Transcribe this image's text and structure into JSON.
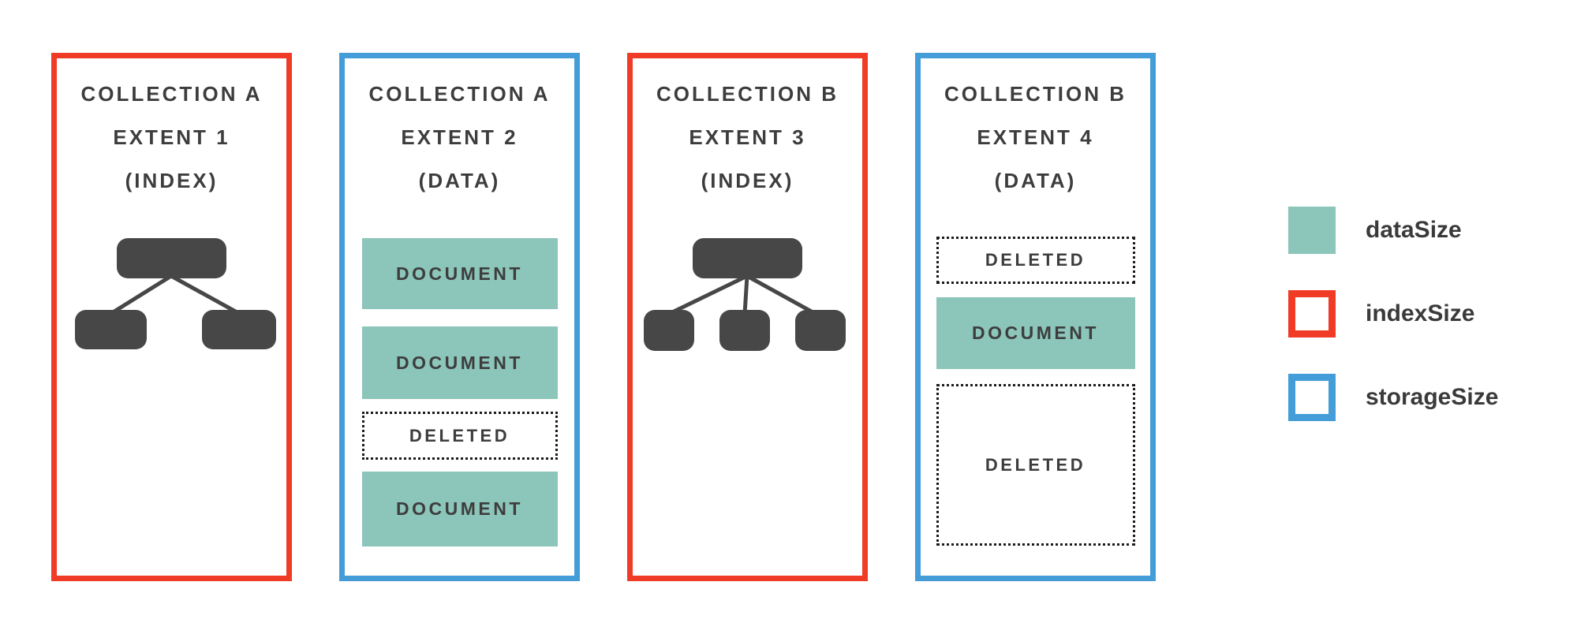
{
  "extents": [
    {
      "id": "extent-1",
      "kind": "index",
      "border_color": "#F03B27",
      "title": [
        "COLLECTION A",
        "EXTENT 1",
        "(INDEX)"
      ],
      "tree": {
        "root_nodes": 1,
        "child_nodes": 2
      }
    },
    {
      "id": "extent-2",
      "kind": "data",
      "border_color": "#449DD8",
      "title": [
        "COLLECTION A",
        "EXTENT 2",
        "(DATA)"
      ],
      "blocks": [
        {
          "type": "document",
          "label": "DOCUMENT"
        },
        {
          "type": "document",
          "label": "DOCUMENT"
        },
        {
          "type": "deleted",
          "label": "DELETED"
        },
        {
          "type": "document",
          "label": "DOCUMENT"
        }
      ]
    },
    {
      "id": "extent-3",
      "kind": "index",
      "border_color": "#F03B27",
      "title": [
        "COLLECTION B",
        "EXTENT 3",
        "(INDEX)"
      ],
      "tree": {
        "root_nodes": 1,
        "child_nodes": 3
      }
    },
    {
      "id": "extent-4",
      "kind": "data",
      "border_color": "#449DD8",
      "title": [
        "COLLECTION B",
        "EXTENT 4",
        "(DATA)"
      ],
      "blocks": [
        {
          "type": "deleted",
          "label": "DELETED"
        },
        {
          "type": "document",
          "label": "DOCUMENT"
        },
        {
          "type": "deleted",
          "label": "DELETED"
        }
      ]
    }
  ],
  "legend": {
    "items": [
      {
        "label": "dataSize",
        "swatch": "teal-filled-square"
      },
      {
        "label": "indexSize",
        "swatch": "red-outline-square"
      },
      {
        "label": "storageSize",
        "swatch": "blue-outline-square"
      }
    ]
  },
  "colors": {
    "data_teal": "#8CC5B9",
    "index_red": "#F03B27",
    "storage_blue": "#449DD8",
    "node_gray": "#474747",
    "text_dark": "#3D3D3D"
  }
}
